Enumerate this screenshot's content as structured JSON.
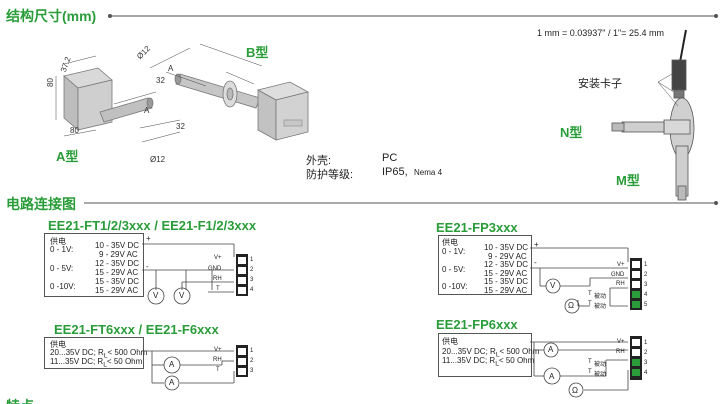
{
  "header": {
    "dimensions_title": "结构尺寸(mm)",
    "conversion": "1 mm = 0.03937\" / 1\"= 25.4 mm"
  },
  "drawing": {
    "type_a": "A型",
    "type_b": "B型",
    "type_n": "N型",
    "type_m": "M型",
    "clip_label": "安装卡子",
    "dims": {
      "height": "80",
      "depth": "37.2",
      "width": "80",
      "diam_b": "Ø12",
      "diam_a": "Ø12",
      "len_a_top": "A",
      "len_32_top": "32",
      "len_a_bottom": "A",
      "len_32_bottom": "32"
    }
  },
  "specs": {
    "housing_label": "外壳:",
    "housing_value": "PC",
    "protection_label": "防护等级:",
    "protection_value": "IP65,",
    "protection_extra": "Nema 4"
  },
  "wiring": {
    "title": "电路连接图",
    "ft": {
      "model": "EE21-FT1/2/3xxx / EE21-F1/2/3xxx",
      "supply": "供电",
      "rows": [
        {
          "out": "0 - 1V:",
          "v1": "10 - 35V DC",
          "v2": "9 - 29V AC"
        },
        {
          "out": "0 - 5V:",
          "v1": "12 - 35V DC",
          "v2": "15 - 29V AC"
        },
        {
          "out": "0 -10V:",
          "v1": "15 - 35V DC",
          "v2": "15 - 29V AC"
        }
      ],
      "plus": "+",
      "minus": "-",
      "terms": [
        "V+",
        "GND",
        "RH",
        "T"
      ],
      "nums": [
        "1",
        "2",
        "3",
        "4"
      ],
      "meter": "V"
    },
    "ft6": {
      "model": "EE21-FT6xxx / EE21-F6xxx",
      "supply": "供电",
      "line1": "20...35V DC; R",
      "line1b": "L",
      "line1c": "< 500 Ohm",
      "line2": "11...35V DC; R",
      "line2b": "L",
      "line2c": "< 50 Ohm",
      "terms": [
        "V+",
        "RH",
        "T"
      ],
      "nums": [
        "1",
        "2",
        "3"
      ],
      "meter": "A"
    },
    "fp3": {
      "model": "EE21-FP3xxx",
      "supply": "供电",
      "rows": [
        {
          "out": "0 - 1V:",
          "v1": "10 - 35V DC",
          "v2": "9 - 29V AC"
        },
        {
          "out": "0 - 5V:",
          "v1": "12 - 35V DC",
          "v2": "15 - 29V AC"
        },
        {
          "out": "0 -10V:",
          "v1": "15 - 35V DC",
          "v2": "15 - 29V AC"
        }
      ],
      "plus": "+",
      "minus": "-",
      "terms": [
        "V+",
        "GND",
        "RH",
        "T",
        "T"
      ],
      "sensor1": "被动",
      "sensor2": "被动",
      "nums": [
        "1",
        "2",
        "3",
        "4",
        "5"
      ],
      "meter": "V",
      "ohm": "Ω"
    },
    "fp6": {
      "model": "EE21-FP6xxx",
      "supply": "供电",
      "line1": "20...35V DC; R",
      "line1b": "L",
      "line1c": "< 500 Ohm",
      "line2": "11...35V DC; R",
      "line2b": "L",
      "line2c": "< 50 Ohm",
      "terms": [
        "V+",
        "RH",
        "T",
        "T"
      ],
      "sensor1": "被动",
      "sensor2": "被动",
      "nums": [
        "1",
        "2",
        "3",
        "4"
      ],
      "meter": "A",
      "ohm": "Ω"
    }
  },
  "footer": {
    "partial": "特点"
  }
}
